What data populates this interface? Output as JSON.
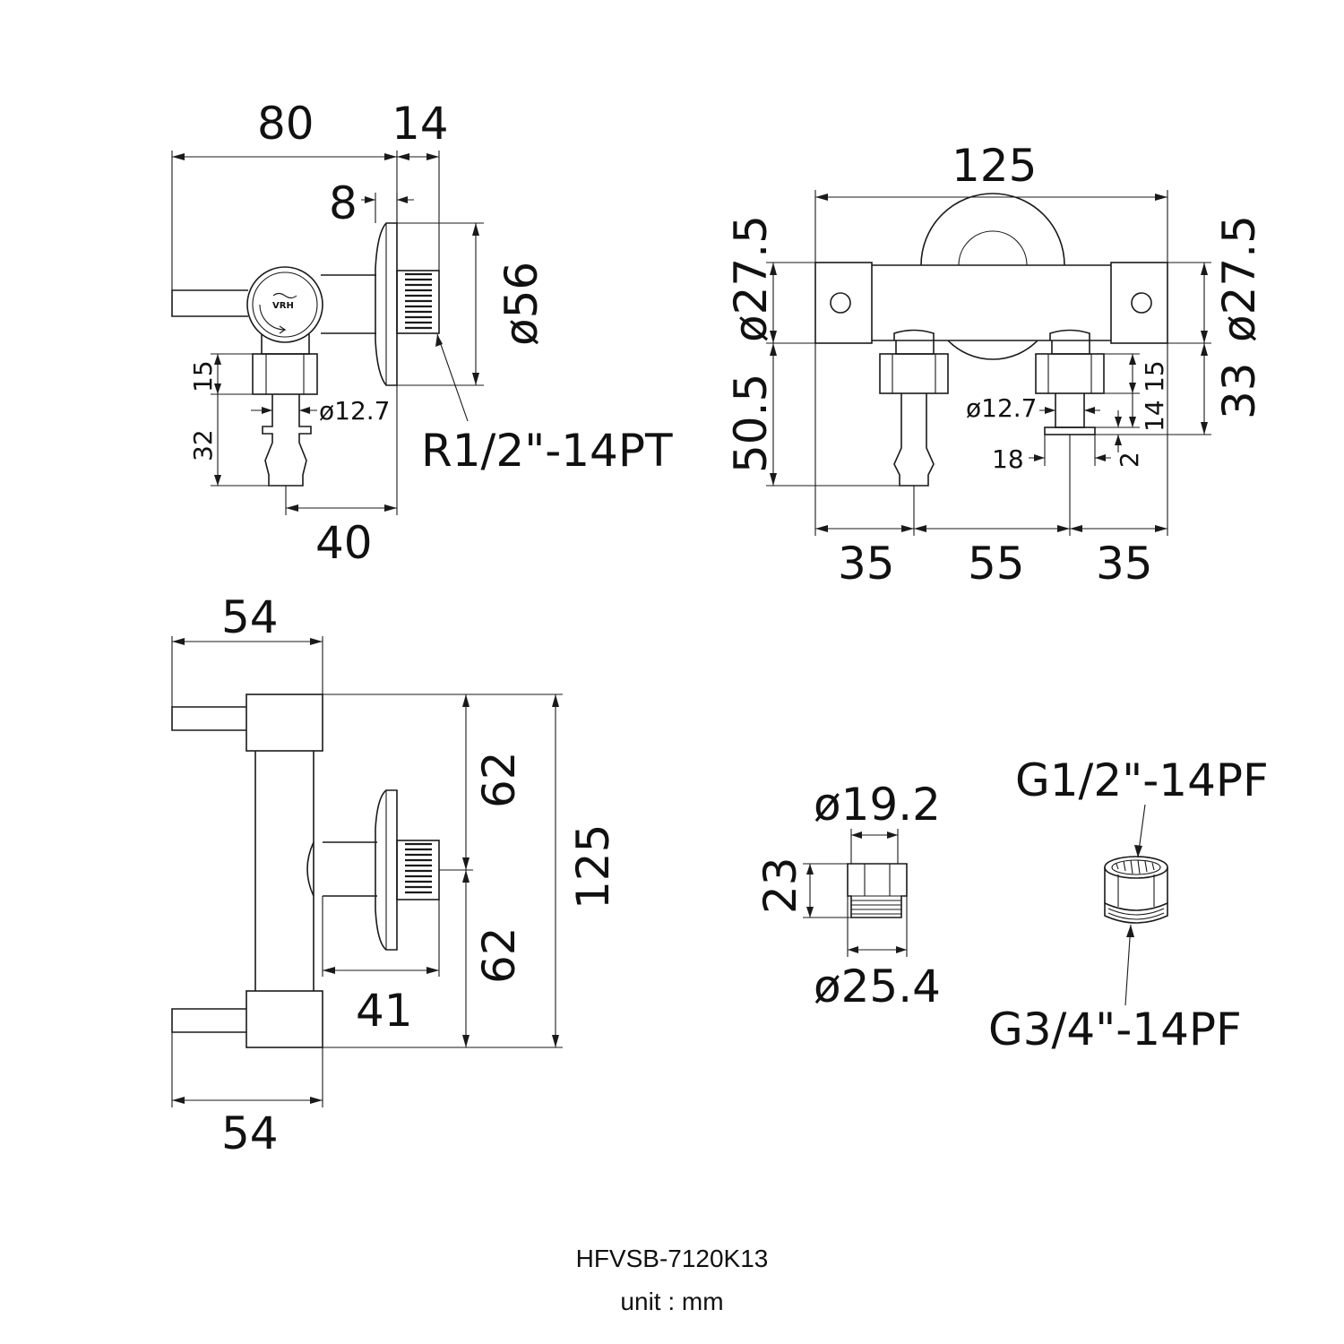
{
  "brand": {
    "logo_text": "VRH"
  },
  "side_view": {
    "dim_total_depth": "80",
    "dim_flange_depth": "14",
    "dim_flange_offset": "8",
    "dim_flange_diameter": "ø56",
    "dim_nut_height": "15",
    "dim_hose_height": "32",
    "dim_hose_diameter": "ø12.7",
    "dim_outlet_offset": "40",
    "thread_spec": "R1/2\"-14PT"
  },
  "front_view": {
    "dim_total_width": "125",
    "dim_left_end_diameter": "ø27.5",
    "dim_right_end_diameter": "ø27.5",
    "dim_outlet_height": "50.5",
    "dim_right_height": "33",
    "dim_right_nut_height": "15",
    "dim_right_stem_height": "14",
    "dim_cap_thickness": "2",
    "dim_cap_width": "18",
    "dim_right_hose_diameter": "ø12.7",
    "dim_left_spacing": "35",
    "dim_center_spacing": "55",
    "dim_right_spacing": "35"
  },
  "top_view": {
    "dim_top_handle_width": "54",
    "dim_bottom_handle_width": "54",
    "dim_upper_half": "62",
    "dim_lower_half": "62",
    "dim_total_length": "125",
    "dim_outlet_depth": "41"
  },
  "adapter": {
    "dim_top_diameter": "ø19.2",
    "dim_height": "23",
    "dim_bottom_diameter": "ø25.4"
  },
  "nut": {
    "top_thread_spec": "G1/2\"-14PF",
    "bottom_thread_spec": "G3/4\"-14PF"
  },
  "footer": {
    "model_number": "HFVSB-7120K13",
    "unit_label": "unit : mm"
  }
}
